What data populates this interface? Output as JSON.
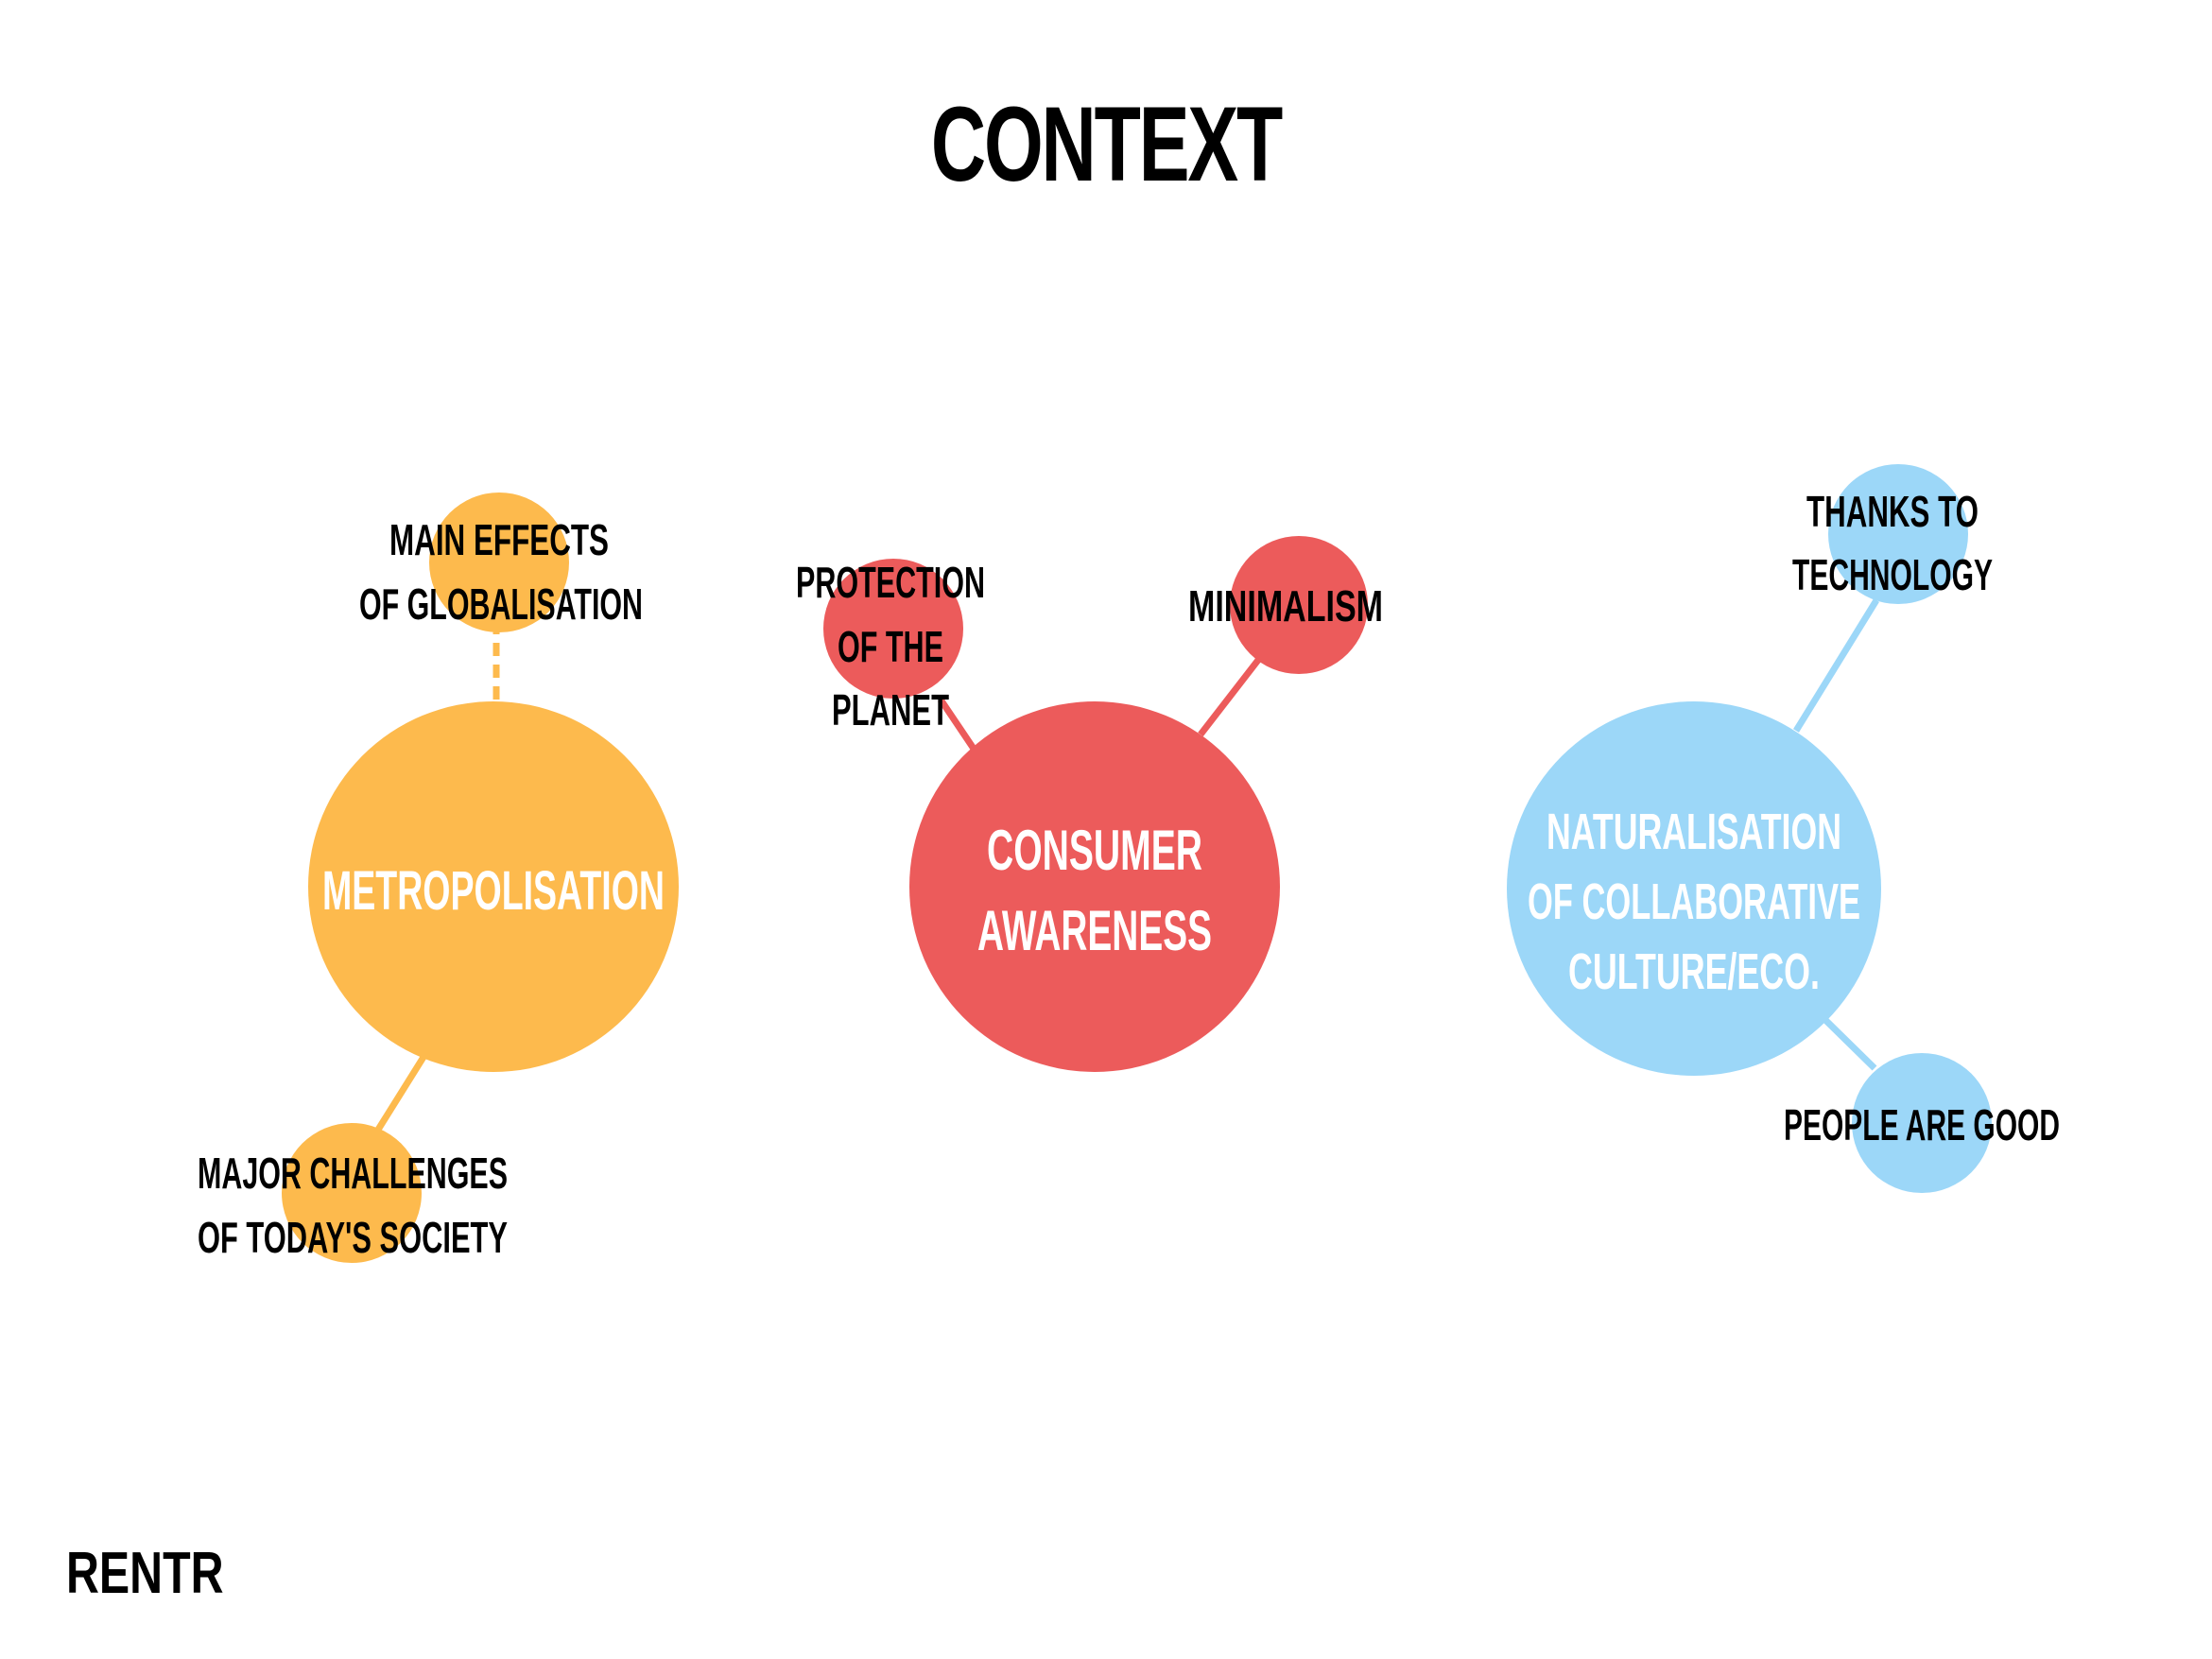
{
  "title": "CONTEXT",
  "brand": "RENTR",
  "colors": {
    "orange": "#FDBA4D",
    "red": "#EC5B5B",
    "blue": "#9CD7F8",
    "text_dark": "#000000",
    "text_light": "#ffffff"
  },
  "nodes": {
    "metropolisation": {
      "lines": [
        "METROPOLISATION"
      ]
    },
    "consumer_awareness": {
      "lines": [
        "CONSUMER",
        "AWARENESS"
      ]
    },
    "naturalisation": {
      "lines": [
        "NATURALISATION",
        "OF COLLABORATIVE",
        "CULTURE/ECO."
      ]
    },
    "globalisation": {
      "lines": [
        "MAIN EFFECTS",
        "OF GLOBALISATION"
      ]
    },
    "challenges": {
      "lines": [
        "MAJOR CHALLENGES",
        "OF TODAY'S SOCIETY"
      ]
    },
    "protection": {
      "lines": [
        "PROTECTION",
        "OF THE",
        "PLANET"
      ]
    },
    "minimalism": {
      "lines": [
        "MINIMALISM"
      ]
    },
    "technology": {
      "lines": [
        "THANKS TO",
        "TECHNOLOGY"
      ]
    },
    "people": {
      "lines": [
        "PEOPLE ARE GOOD"
      ]
    }
  }
}
